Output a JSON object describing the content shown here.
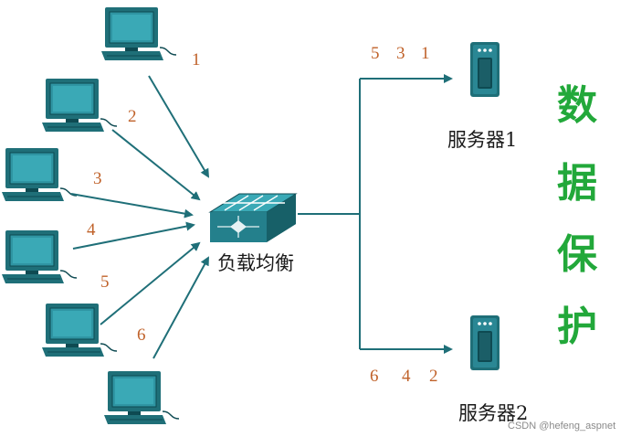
{
  "clients": [
    "1",
    "2",
    "3",
    "4",
    "5",
    "6"
  ],
  "balancer": {
    "label": "负载均衡"
  },
  "servers": [
    {
      "name": "服务器1",
      "requests": [
        "5",
        "3",
        "1"
      ]
    },
    {
      "name": "服务器2",
      "requests": [
        "6",
        "4",
        "2"
      ]
    }
  ],
  "side_title": [
    "数",
    "据",
    "保",
    "护"
  ],
  "watermark": "CSDN @hefeng_aspnet",
  "colors": {
    "device": "#1f6f78",
    "number": "#c0622a",
    "side_title": "#22a83a"
  }
}
